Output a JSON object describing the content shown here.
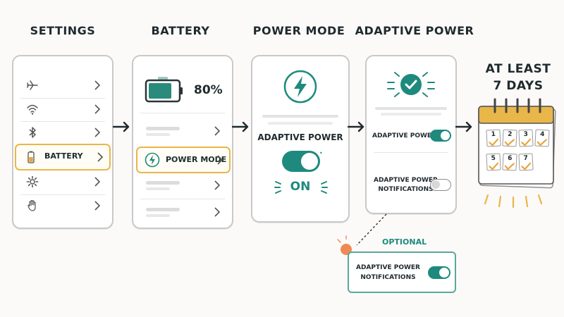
{
  "steps": {
    "settings": "SETTINGS",
    "battery": "BATTERY",
    "power_mode": "POWER MODE",
    "adaptive_power": "ADAPTIVE POWER",
    "duration": [
      "AT LEAST",
      "7 DAYS"
    ]
  },
  "settings_screen": {
    "highlighted_item": "BATTERY",
    "icons": [
      "airplane-icon",
      "wifi-icon",
      "bluetooth-icon",
      "battery-icon",
      "gear-icon",
      "hand-icon"
    ]
  },
  "battery_screen": {
    "percent": "80%",
    "highlighted_item": "POWER MODE",
    "level": 0.8
  },
  "power_mode_screen": {
    "label": "ADAPTIVE POWER",
    "state": "ON"
  },
  "adaptive_screen": {
    "toggle1_label": "ADAPTIVE POWER",
    "toggle2_label": [
      "ADAPTIVE POWER",
      "NOTIFICATIONS"
    ]
  },
  "optional_box": {
    "tag": "OPTIONAL",
    "label": [
      "ADAPTIVE POWER",
      "NOTIFICATIONS"
    ]
  },
  "calendar": {
    "days": [
      "1",
      "2",
      "3",
      "4",
      "5",
      "6",
      "7"
    ]
  },
  "colors": {
    "teal": "#1e8a7d",
    "yellow": "#e9b64a",
    "orange": "#f08a55",
    "grey": "#c9c9c9"
  }
}
